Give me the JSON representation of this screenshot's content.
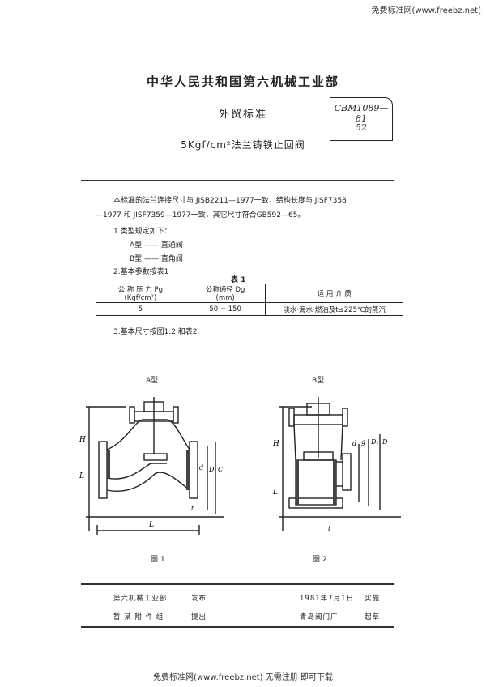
{
  "watermark": {
    "top": "免费标准网(www.freebz.net)",
    "bottom": "免费标准网(www.freebz.net) 无需注册 即可下载"
  },
  "header": {
    "ministry": "中华人民共和国第六机械工业部",
    "standard_type": "外贸标准",
    "title": "5Kgf/cm²法兰铸铁止回阀",
    "code_line1": "CBM1089—81",
    "code_line2": "52"
  },
  "body": {
    "para1_line1": "本标准的法兰连接尺寸与 JISB2211—1977一致，结构长度与 JISF7358",
    "para1_line2": "—1977 和 JISF7359—1977一致，其它尺寸符合GB592—65。",
    "item1": "1.类型规定如下：",
    "item1a": "A型 —— 直通阀",
    "item1b": "B型 —— 直角阀",
    "item2": "2.基本参数按表1",
    "table_title": "表 1",
    "item3": "3.基本尺寸按图1.2  和表2."
  },
  "table1": {
    "headers": [
      "公 称 压 力 Pg",
      "公称通径  Dg",
      "适  用  介  质"
    ],
    "subheaders": [
      "(Kgf/cm²)",
      "(mm)",
      ""
    ],
    "rows": [
      [
        "5",
        "50 ~ 150",
        "淡水·海水·燃油及t≤225℃的蒸汽"
      ]
    ]
  },
  "figures": {
    "a_label": "A型",
    "b_label": "B型",
    "fig1_caption": "图 1",
    "fig2_caption": "图 2",
    "dim_H": "H",
    "dim_L": "L",
    "dim_d": "d",
    "dim_g": "g",
    "dim_D1": "D₁",
    "dim_D": "D",
    "dim_C": "C",
    "dim_t": "t"
  },
  "footer": {
    "issuer": "第六机械工业部",
    "issue_label": "发布",
    "date": "1981年7月1日",
    "implement_label": "实施",
    "proposer": "暂 某 附 件 组",
    "propose_label": "提出",
    "drafter": "青岛阀门厂",
    "draft_label": "起草"
  }
}
